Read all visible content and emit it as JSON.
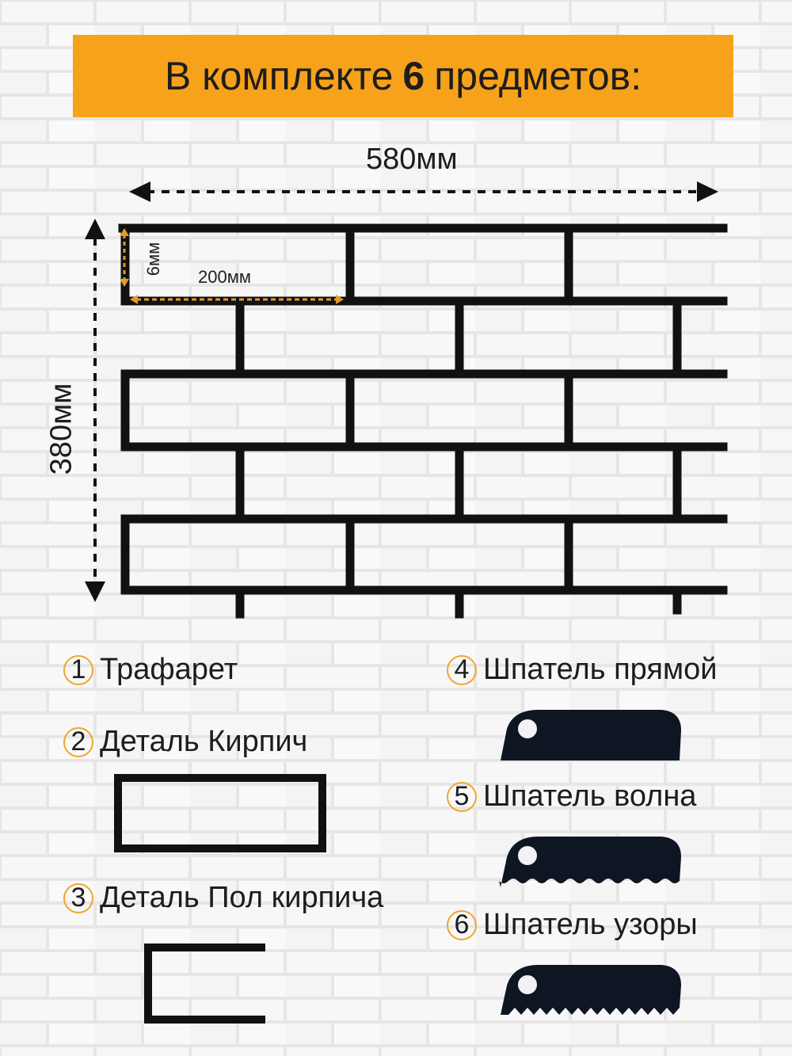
{
  "header": {
    "prefix": "В комплекте",
    "count": "6",
    "suffix": "предметов:"
  },
  "dimensions": {
    "width": "580мм",
    "height": "380мм",
    "brick_length": "200мм",
    "thickness": "6мм"
  },
  "items": [
    {
      "number": "1",
      "label": "Трафарет"
    },
    {
      "number": "2",
      "label": "Деталь Кирпич"
    },
    {
      "number": "3",
      "label": "Деталь Пол кирпича"
    },
    {
      "number": "4",
      "label": "Шпатель прямой"
    },
    {
      "number": "5",
      "label": "Шпатель волна"
    },
    {
      "number": "6",
      "label": "Шпатель узоры"
    }
  ],
  "colors": {
    "accent": "#f7a21b",
    "wall": "#ececec",
    "stencil": "#111111"
  }
}
